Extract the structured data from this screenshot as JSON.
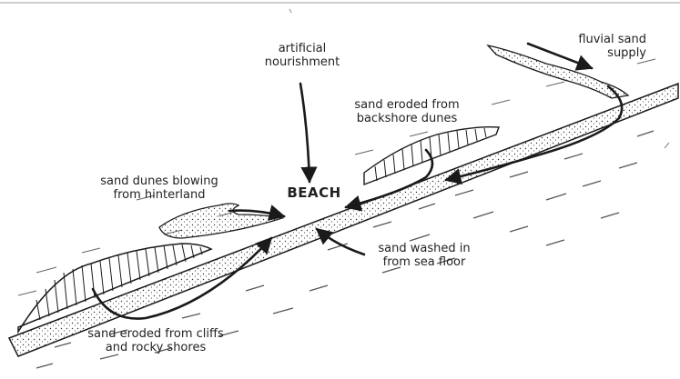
{
  "labels": {
    "artificial": "artificial\nnourishment",
    "fluvial": "fluvial sand\nsupply",
    "backshore": "sand eroded from\nbackshore dunes",
    "dunes_hinterland": "sand dunes blowing\nfrom hinterland",
    "beach": "BEACH",
    "sea_floor": "sand washed in\nfrom sea floor",
    "cliffs": "sand eroded from cliffs\nand rocky shores"
  },
  "colors": {
    "ink": "#1a1a1a",
    "background": "#ffffff"
  }
}
